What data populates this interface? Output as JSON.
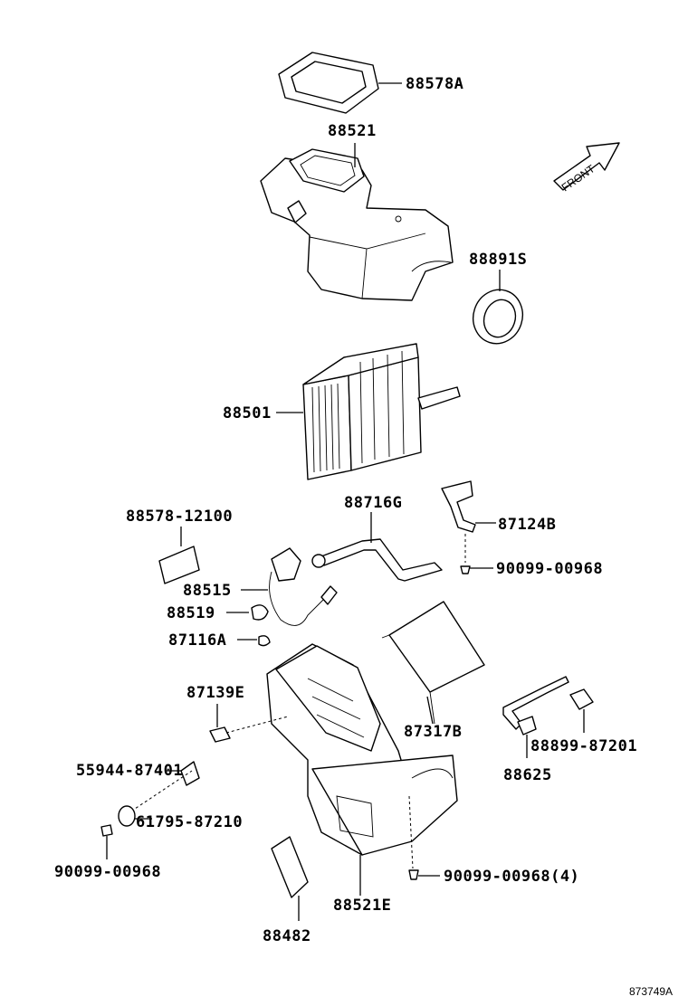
{
  "diagram_code": "873749A",
  "front_label": "FRONT",
  "parts": {
    "p88578A": "88578A",
    "p88521": "88521",
    "p88891S": "88891S",
    "p88501": "88501",
    "p88716G": "88716G",
    "p88578_12100": "88578-12100",
    "p87124B": "87124B",
    "p90099_00968_a": "90099-00968",
    "p88515": "88515",
    "p88519": "88519",
    "p87116A": "87116A",
    "p87139E": "87139E",
    "p87317B": "87317B",
    "p88899_87201": "88899-87201",
    "p88625": "88625",
    "p55944_87401": "55944-87401",
    "p61795_87210": "61795-87210",
    "p90099_00968_b": "90099-00968",
    "p90099_00968_4": "90099-00968(4)",
    "p88521E": "88521E",
    "p88482": "88482"
  }
}
